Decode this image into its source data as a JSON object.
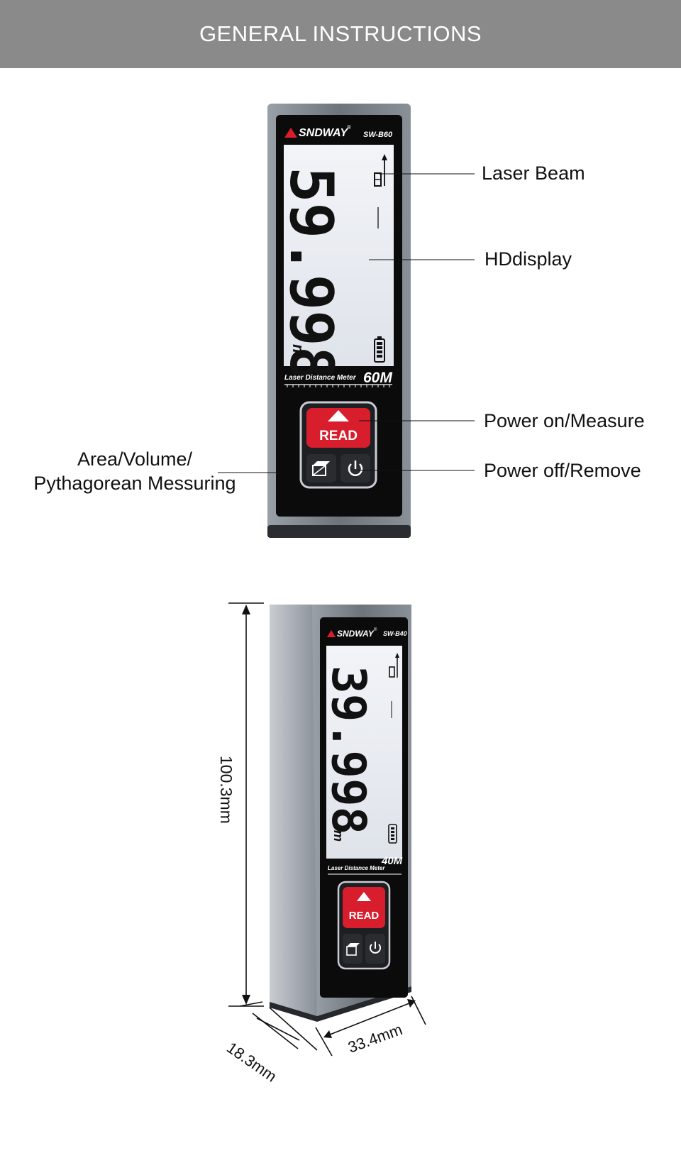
{
  "header": {
    "title": "GENERAL INSTRUCTIONS"
  },
  "device1": {
    "brand": "SNDWAY",
    "registered": "®",
    "model": "SW-B60",
    "reading": "59.998",
    "unit": "m",
    "meter_label": "Laser Distance Meter",
    "range": "60M",
    "read_button": "READ"
  },
  "device2": {
    "brand": "SNDWAY",
    "registered": "®",
    "model": "SW-B40",
    "reading": "39.998",
    "unit": "m",
    "meter_label": "Laser Distance Meter",
    "range": "40M",
    "read_button": "READ"
  },
  "callouts": {
    "laser_beam": "Laser Beam",
    "hd_display": "HDdisplay",
    "power_on": "Power on/Measure",
    "power_off": "Power off/Remove",
    "area_line1": "Area/Volume/",
    "area_line2": "Pythagorean Messuring"
  },
  "dimensions": {
    "height": "100.3mm",
    "depth": "18.3mm",
    "width": "33.4mm"
  },
  "colors": {
    "banner": "#8a8a8a",
    "read_red": "#d81e2c",
    "lcd": "#eef0f4",
    "body": "#7a8088"
  }
}
